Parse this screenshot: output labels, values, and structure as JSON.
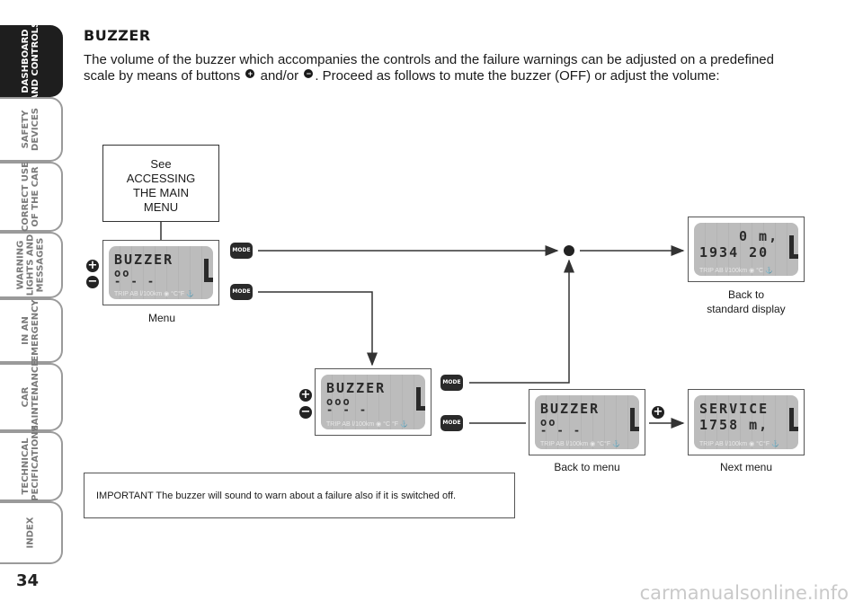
{
  "sidebar": {
    "tabs": [
      {
        "lines": [
          "DASHBOARD",
          "AND CONTROLS"
        ],
        "active": true
      },
      {
        "lines": [
          "SAFETY",
          "DEVICES"
        ],
        "active": false
      },
      {
        "lines": [
          "CORRECT USE",
          "OF THE CAR"
        ],
        "active": false
      },
      {
        "lines": [
          "WARNING",
          "LIGHTS AND",
          "MESSAGES"
        ],
        "active": false
      },
      {
        "lines": [
          "IN AN",
          "EMERGENCY"
        ],
        "active": false
      },
      {
        "lines": [
          "CAR",
          "MAINTENANCE"
        ],
        "active": false
      },
      {
        "lines": [
          "TECHNICAL",
          "SPECIFICATIONS"
        ],
        "active": false
      },
      {
        "lines": [
          "INDEX"
        ],
        "active": false
      }
    ],
    "page_number": "34"
  },
  "heading": "BUZZER",
  "intro": {
    "part1": "The volume of the buzzer which accompanies the controls and the failure warnings can be adjusted on a predefined scale by means of buttons",
    "part2": "and/or",
    "part3": ". Proceed as follows to mute the buzzer (OFF) or adjust the volume:",
    "plus_symbol": "+",
    "minus_symbol": "−"
  },
  "see_box": [
    "See",
    "ACCESSING",
    "THE MAIN",
    "MENU"
  ],
  "buttons": {
    "mode1": "MODE 1",
    "mode2": "MODE 2",
    "plus": "+",
    "minus": "−"
  },
  "displays": {
    "menu": {
      "line1": "BUZZER",
      "line2": "oo",
      "line3": "- - -",
      "foot": "TRIP AB l/100km ◉ °C°F ⚓"
    },
    "adjust": {
      "line1": "BUZZER",
      "line2": "ooo",
      "line3": "- - -",
      "foot": "TRIP AB l/100km ◉ °C °F ⚓"
    },
    "standard": {
      "line1": "0  m,",
      "line2": "1934    20",
      "foot": "TRIP AB l/100km ◉ °C ⚓"
    },
    "back_menu": {
      "line1": "BUZZER",
      "line2": "oo",
      "line3": "- - -",
      "foot": "TRIP AB l/100km ◉ °C°F ⚓"
    },
    "next_menu": {
      "line1": "SERVICE",
      "line2": "1758  m,",
      "foot": "TRIP AB l/100km ◉ °C°F ⚓"
    }
  },
  "captions": {
    "menu": "Menu",
    "standard": [
      "Back to",
      "standard display"
    ],
    "back_menu": "Back to menu",
    "next_menu": "Next menu"
  },
  "important": "IMPORTANT The buzzer will sound to warn about a failure also if it is switched off.",
  "watermark": "carmanualsonline.info",
  "colors": {
    "tab_active": "#1e1e1e",
    "tab_border": "#9a9a9a",
    "lcd": "#bcbcbc"
  }
}
